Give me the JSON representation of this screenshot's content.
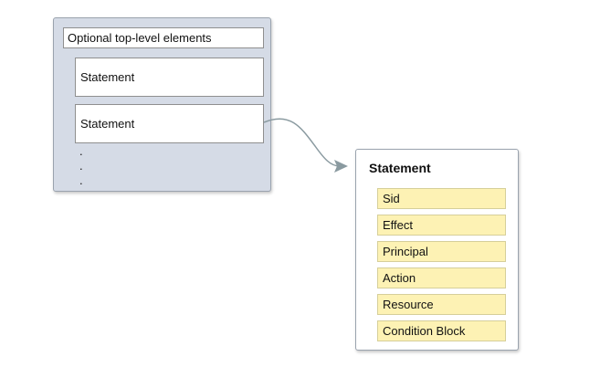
{
  "policy": {
    "top_level_label": "Optional top-level elements",
    "statements": [
      "Statement",
      "Statement"
    ],
    "continuation": [
      ".",
      ".",
      "."
    ]
  },
  "statement_detail": {
    "title": "Statement",
    "fields": [
      "Sid",
      "Effect",
      "Principal",
      "Action",
      "Resource",
      "Condition Block"
    ]
  },
  "colors": {
    "policy_fill": "#d5dbe6",
    "field_fill": "#fdf2b4",
    "connector": "#8a9aa0"
  }
}
